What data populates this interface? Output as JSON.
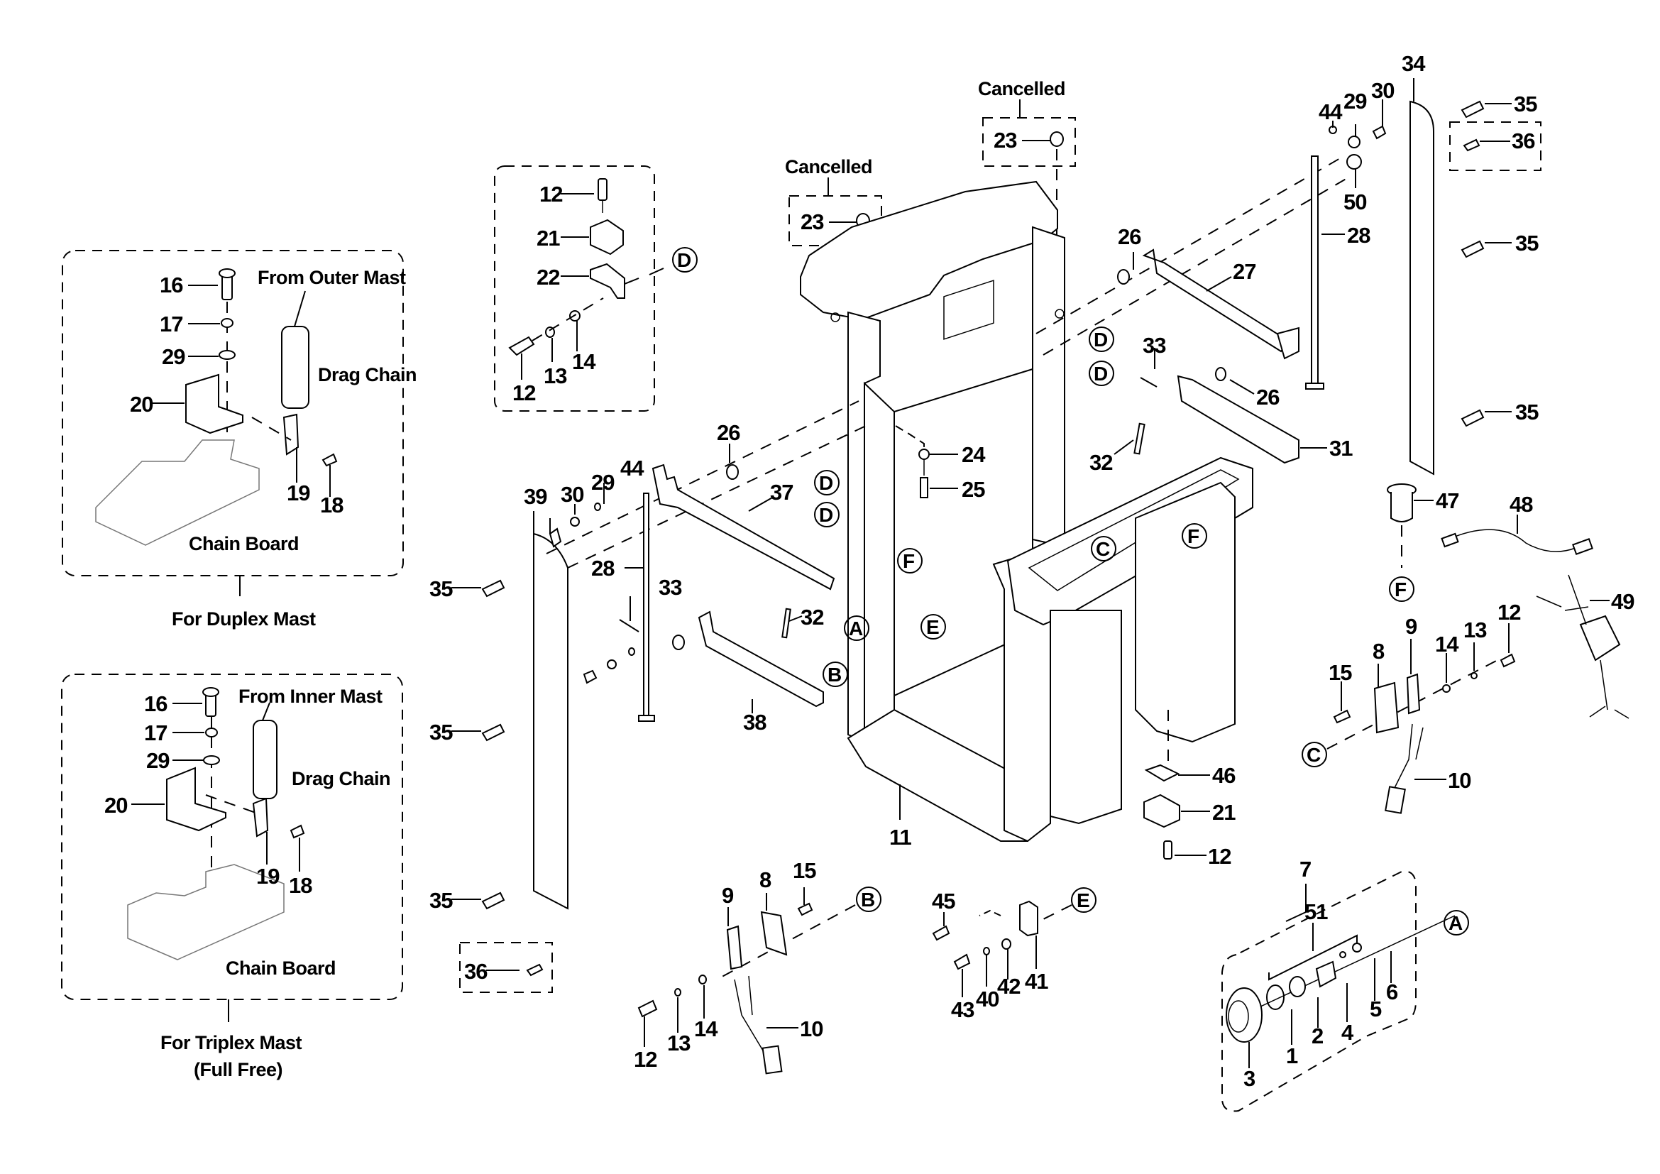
{
  "diagram": {
    "title": "Forklift mast / carriage frame exploded parts diagram",
    "notes": {
      "cancelled_left": "Cancelled",
      "cancelled_right": "Cancelled",
      "duplex_caption": "For Duplex Mast",
      "triplex_caption_line1": "For Triplex Mast",
      "triplex_caption_line2": "(Full Free)",
      "from_outer_mast": "From Outer Mast",
      "from_inner_mast": "From Inner Mast",
      "drag_chain_1": "Drag Chain",
      "drag_chain_2": "Drag Chain",
      "chain_board_1": "Chain Board",
      "chain_board_2": "Chain Board"
    },
    "reference_markers": {
      "A": "A",
      "B": "B",
      "C": "C",
      "D": "D",
      "E": "E",
      "F": "F"
    },
    "callouts": {
      "duplex": [
        "16",
        "17",
        "29",
        "20",
        "19",
        "18"
      ],
      "triplex": [
        "16",
        "17",
        "29",
        "20",
        "19",
        "18"
      ],
      "detail_d": [
        "12",
        "21",
        "22",
        "12",
        "13",
        "14"
      ],
      "cancelled_23a": "23",
      "cancelled_23b": "23",
      "top_right": [
        "44",
        "29",
        "30",
        "34",
        "35",
        "36",
        "50",
        "28",
        "35",
        "35",
        "26",
        "27",
        "33",
        "26",
        "31",
        "32"
      ],
      "center": [
        "24",
        "25",
        "11",
        "46",
        "21",
        "12"
      ],
      "left_mid": [
        "39",
        "30",
        "29",
        "44",
        "26",
        "37",
        "28",
        "33",
        "32",
        "38",
        "35",
        "35",
        "35",
        "36"
      ],
      "right": [
        "47",
        "48",
        "49",
        "15",
        "8",
        "9",
        "14",
        "13",
        "12",
        "10"
      ],
      "bottom_b": [
        "9",
        "8",
        "15",
        "12",
        "13",
        "14",
        "10"
      ],
      "bottom_e": [
        "45",
        "43",
        "40",
        "42",
        "41"
      ],
      "bottom_7": [
        "7",
        "51",
        "3",
        "1",
        "2",
        "4",
        "5",
        "6"
      ]
    }
  }
}
